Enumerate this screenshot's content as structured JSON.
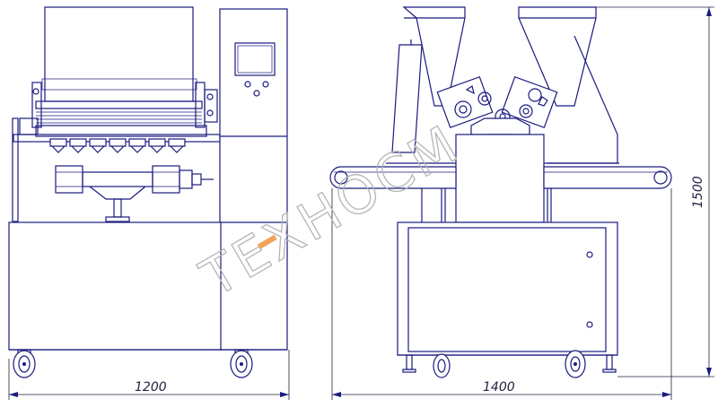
{
  "watermark": {
    "text": "TEXHOCM",
    "accent_color": "#f0a35a",
    "color": "#b5b5b5"
  },
  "dimensions": {
    "width_front": "1200",
    "width_side": "1400",
    "height_side": "1500"
  },
  "colors": {
    "line": "#1a1a80",
    "dimension": "#222244",
    "background": "#ffffff"
  }
}
